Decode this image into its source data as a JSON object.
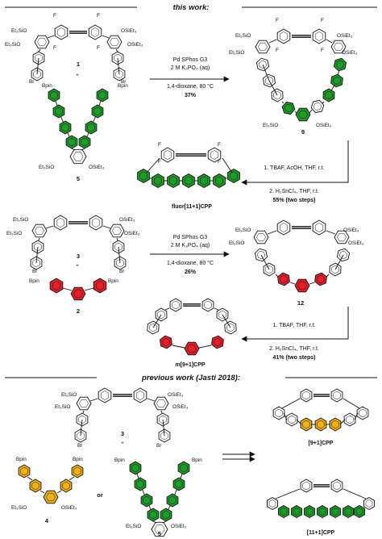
{
  "colors": {
    "green": "#1f9a2b",
    "red": "#e2202c",
    "yellow": "#f0b11c",
    "ink": "#111111",
    "background": "#ffffff"
  },
  "headers": {
    "this_work": "this work:",
    "previous_work": "previous work (Jasti 2018):"
  },
  "labels": {
    "et3sio": "Et₃SiO",
    "osiet3": "OSiEt₃",
    "br": "Br",
    "bpin": "Bpin",
    "f": "F",
    "plus": "+",
    "or": "or"
  },
  "compounds": {
    "c1": "1",
    "c5": "5",
    "c9": "9",
    "c3": "3",
    "c2": "2",
    "c12": "12",
    "c4": "4"
  },
  "products": {
    "fluor": "fluor[11+1]CPP",
    "m91": "m[9+1]CPP",
    "p91": "[9+1]CPP",
    "p111": "[11+1]CPP"
  },
  "conditions": {
    "r1": {
      "line1": "Pd SPhos G3",
      "line2": "2 M K₃PO₄ (aq)",
      "line3": "1,4-dioxane, 80 °C",
      "yield": "37%"
    },
    "r2": {
      "line1": "1. TBAF, AcOH, THF, r.t.",
      "line2": "2. H₂SnCl₄, THF, r.t.",
      "yield": "55% (two steps)"
    },
    "r3": {
      "line1": "Pd SPhos G3",
      "line2": "2 M K₃PO₄ (aq)",
      "line3": "1,4-dioxane, 80 °C",
      "yield": "26%"
    },
    "r4": {
      "line1": "1. TBAF, THF, r.t.",
      "line2": "2. H₂SnCl₄, THF, r.t.",
      "yield": "41% (two steps)"
    }
  }
}
